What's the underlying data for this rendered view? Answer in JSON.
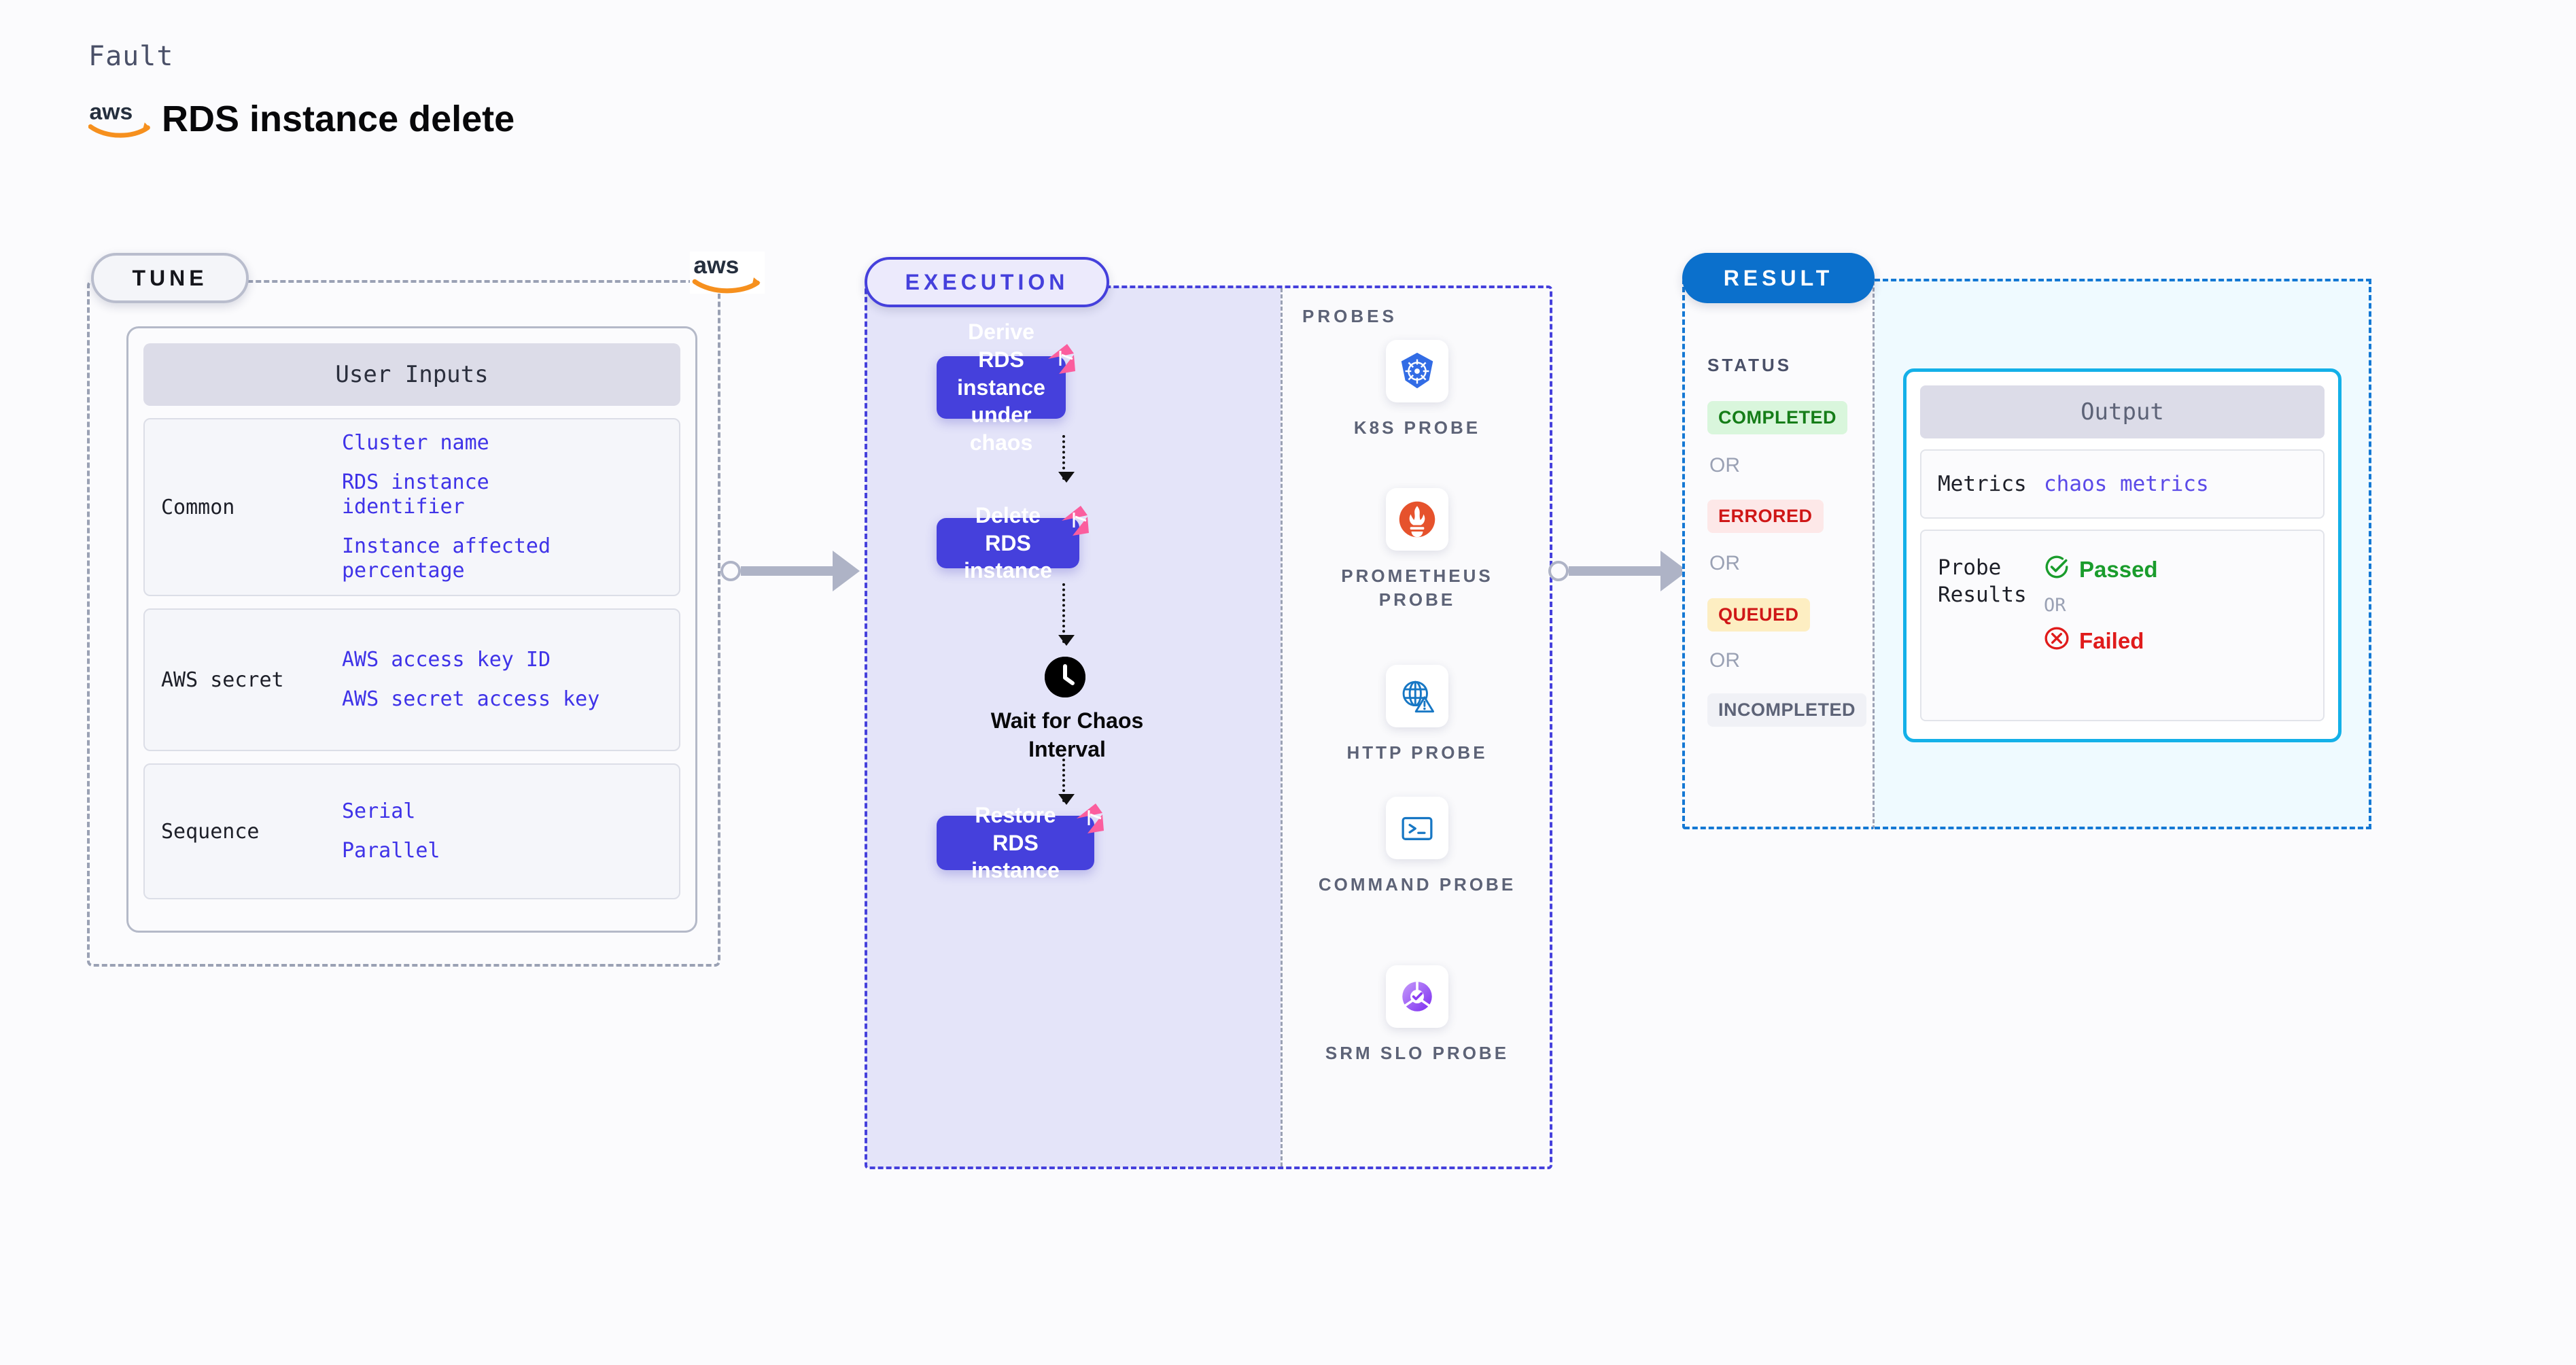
{
  "header": {
    "kicker": "Fault",
    "title": "RDS instance delete",
    "logo_icon": "aws-logo-icon"
  },
  "tune": {
    "badge": "TUNE",
    "provider_logo": "aws-logo-icon",
    "card_title": "User Inputs",
    "groups": [
      {
        "label": "Common",
        "values": [
          "Cluster name",
          "RDS instance identifier",
          "Instance affected percentage"
        ]
      },
      {
        "label": "AWS secret",
        "values": [
          "AWS access key ID",
          "AWS secret access key"
        ]
      },
      {
        "label": "Sequence",
        "values": [
          "Serial",
          "Parallel"
        ]
      }
    ]
  },
  "execution": {
    "badge": "EXECUTION",
    "nodes": [
      {
        "label": "Derive RDS instance under chaos",
        "badge_icon": "harness-chaos-icon"
      },
      {
        "label": "Delete RDS instance",
        "badge_icon": "harness-chaos-icon"
      }
    ],
    "wait": {
      "icon": "clock-icon",
      "label": "Wait for Chaos Interval"
    },
    "restore": {
      "label": "Restore RDS instance",
      "badge_icon": "harness-chaos-icon"
    },
    "probes_title": "PROBES",
    "probes": [
      {
        "name": "K8S PROBE",
        "icon": "kubernetes-icon"
      },
      {
        "name": "PROMETHEUS PROBE",
        "icon": "prometheus-icon"
      },
      {
        "name": "HTTP PROBE",
        "icon": "globe-warning-icon"
      },
      {
        "name": "COMMAND PROBE",
        "icon": "terminal-icon"
      },
      {
        "name": "SRM SLO PROBE",
        "icon": "srm-slo-icon"
      }
    ]
  },
  "result": {
    "badge": "RESULT",
    "status_title": "STATUS",
    "or_label": "OR",
    "statuses": [
      {
        "label": "COMPLETED",
        "bg": "#d9f6dc",
        "fg": "#157d18"
      },
      {
        "label": "ERRORED",
        "bg": "#fde8e8",
        "fg": "#cf1717"
      },
      {
        "label": "QUEUED",
        "bg": "#fdeec2",
        "fg": "#cf1717"
      },
      {
        "label": "INCOMPLETED",
        "bg": "#f0f1f6",
        "fg": "#5d6377"
      }
    ],
    "output": {
      "title": "Output",
      "metrics_label": "Metrics",
      "metrics_value": "chaos metrics",
      "probe_results_label": "Probe Results",
      "passed_label": "Passed",
      "failed_label": "Failed",
      "or_label": "OR",
      "passed_icon": "check-circle-icon",
      "failed_icon": "x-circle-icon"
    }
  },
  "colors": {
    "accent_purple": "#4540DC",
    "accent_blue": "#0B70CC",
    "accent_cyan": "#14B0E8",
    "aws_orange": "#F6901E",
    "badge_pink": "#FB5E9E"
  }
}
